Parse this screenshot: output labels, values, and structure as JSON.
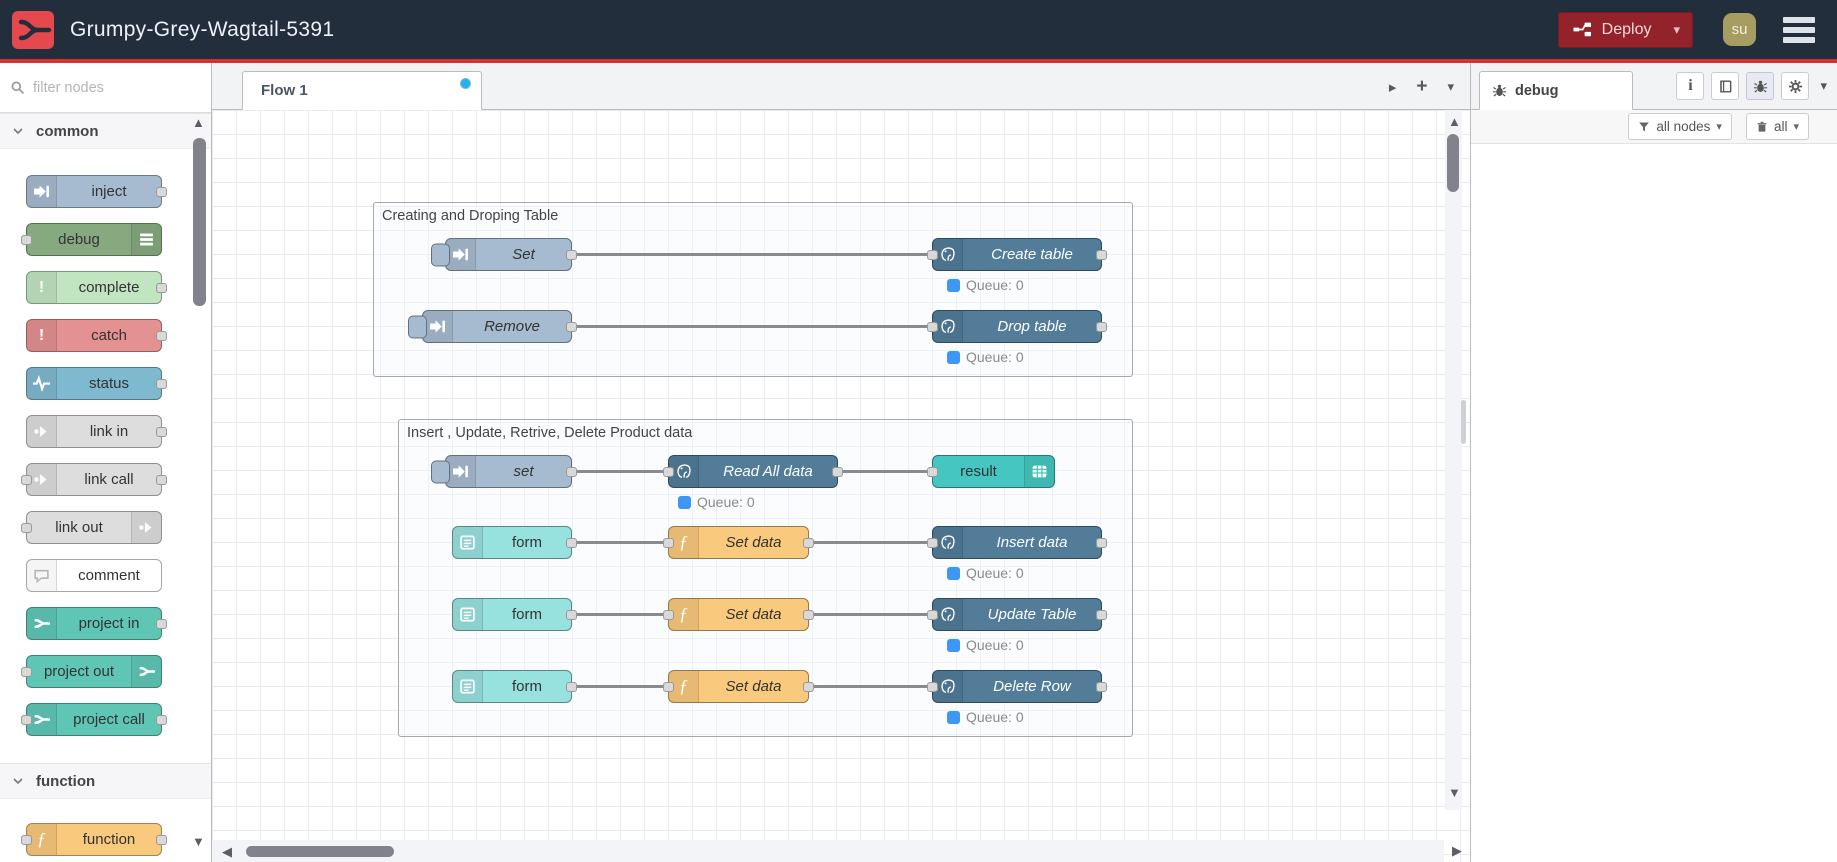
{
  "header": {
    "title": "Grumpy-Grey-Wagtail-5391",
    "deploy_label": "Deploy",
    "avatar_text": "su"
  },
  "colors": {
    "header_bg": "#232e3d",
    "accent_red": "#d93030",
    "deploy_bg": "#94222b",
    "logo_red": "#e5484d",
    "inject": "#a6bbcf",
    "debug": "#87a980",
    "complete": "#c0e5c0",
    "catch": "#e49191",
    "status": "#7fb9d0",
    "link": "#dddddd",
    "comment": "#ffffff",
    "project": "#5fc6b6",
    "function": "#f9c97d",
    "postgresql": "#527c98",
    "form": "#97e1de",
    "table": "#45c6c0",
    "status_dot_blue": "#3e97f4",
    "tab_dot_blue": "#1fb3f5"
  },
  "icons": {
    "logo": "node-red-branch",
    "deploy": "deploy-nodes",
    "menu": "hamburger",
    "search": "magnifier",
    "sidebar_tabs": [
      "info",
      "book",
      "bug",
      "gear"
    ],
    "filter": "funnel",
    "delete": "trash"
  },
  "palette": {
    "search_placeholder": "filter nodes",
    "categories": [
      {
        "label": "common"
      },
      {
        "label": "function"
      }
    ],
    "common_items": [
      "inject",
      "debug",
      "complete",
      "catch",
      "status",
      "link in",
      "link call",
      "link out",
      "comment",
      "project in",
      "project out",
      "project call"
    ],
    "function_items": [
      "function"
    ]
  },
  "workspace": {
    "tab_label": "Flow 1",
    "groups": [
      {
        "title": "Creating and Droping Table"
      },
      {
        "title": "Insert , Update, Retrive, Delete Product data"
      }
    ],
    "nodes": {
      "set1": "Set",
      "create_table": "Create table",
      "remove": "Remove",
      "drop_table": "Drop table",
      "set2": "set",
      "read_all": "Read All data",
      "result": "result",
      "form": "form",
      "set_data": "Set data",
      "insert": "Insert data",
      "update": "Update Table",
      "delete": "Delete Row"
    },
    "status_text": "Queue: 0"
  },
  "sidebar": {
    "tab_label": "debug",
    "filter_label": "all nodes",
    "delete_label": "all"
  }
}
